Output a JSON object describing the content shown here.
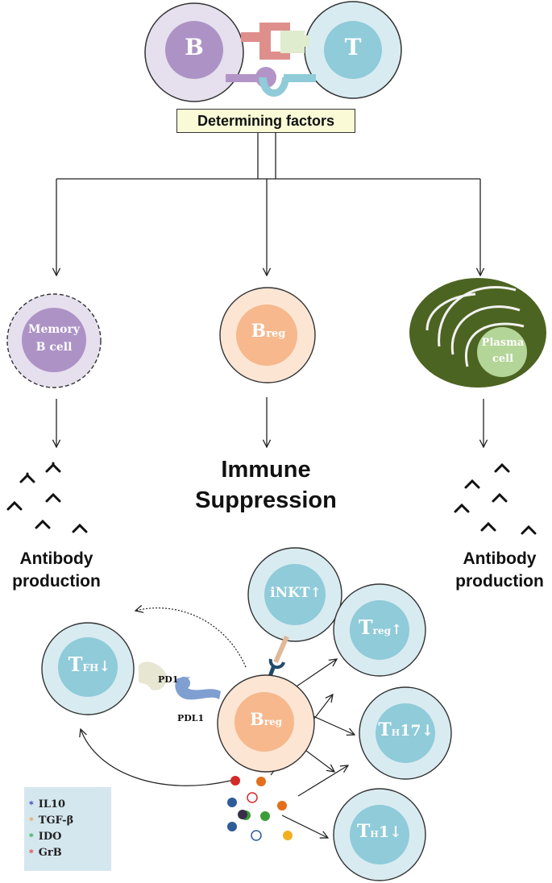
{
  "top": {
    "b_label": "B",
    "t_label": "T",
    "factors_label": "Determining factors"
  },
  "fates": {
    "memory_line1": "Memory",
    "memory_line2": "B cell",
    "breg_main": "B",
    "breg_sub": "reg",
    "plasma_line1": "Plasma",
    "plasma_line2": "cell"
  },
  "outcomes": {
    "left_line1": "Antibody",
    "left_line2": "production",
    "middle_line1": "Immune",
    "middle_line2": "Suppression",
    "right_line1": "Antibody",
    "right_line2": "production"
  },
  "bottom": {
    "tfh_main": "T",
    "tfh_sub": "FH",
    "tfh_arrow": "↓",
    "inkt": "iNKT↑",
    "treg_main": "T",
    "treg_sub": "reg",
    "treg_arrow": "↑",
    "th17_main": "T",
    "th17_sub": "H",
    "th17_num": "17↓",
    "th1_main": "T",
    "th1_sub": "H",
    "th1_num": "1↓",
    "breg_main": "B",
    "breg_sub": "reg",
    "pd1": "PD1",
    "pdl1": "PDL1"
  },
  "legend": {
    "items": [
      {
        "label": "IL10",
        "color": "#2a3fbf"
      },
      {
        "label": "TGF-β",
        "color": "#f0a050"
      },
      {
        "label": "IDO",
        "color": "#2aa84a"
      },
      {
        "label": "GrB",
        "color": "#e04040"
      }
    ]
  },
  "colors": {
    "b_cell": "#ad93c5",
    "t_cell": "#8fcbd9",
    "breg": "#f6b88c",
    "plasma_outer": "#4c6421",
    "plasma_nucleus": "#b3d597"
  }
}
